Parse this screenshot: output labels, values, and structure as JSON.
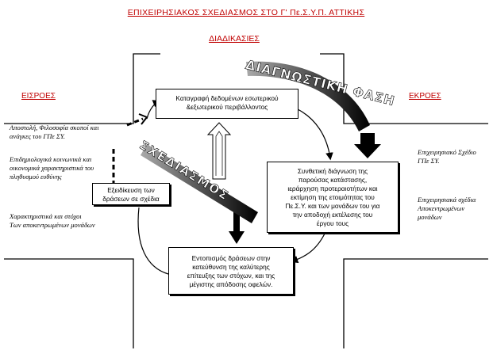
{
  "title": "ΕΠΙΧΕΙΡΗΣΙΑΚΟΣ ΣΧΕΔΙΑΣΜΟΣ ΣΤΟ Γ' Πε.Σ.Υ.Π. ΑΤΤΙΚΗΣ",
  "procedures_heading": "ΔΙΑΔΙΚΑΣΙΕΣ",
  "inputs": {
    "heading": "ΕΙΣΡΟΕΣ",
    "items": [
      [
        "Αποστολή, Φιλοσοφία σκοποί και",
        "ανάγκες του ΓΠε ΣΥ."
      ],
      [
        "Επιδημιολογικά κοινωνικά και",
        "οικονομικά χαρακτηριστικά του",
        "πληθυσμού ευθύνης"
      ],
      [
        "Χαρακτηριστικά και στόχοι",
        "Των αποκεντρωμένων μονάδων"
      ]
    ]
  },
  "outputs": {
    "heading": "ΕΚΡΟΕΣ",
    "items": [
      [
        "Επιχειρησιακό Σχέδιο",
        "ΓΠε ΣΥ."
      ],
      [
        "Επιχειρησιακά σχέδια",
        "Αποκεντρωμένων",
        "μονάδων"
      ]
    ]
  },
  "boxes": {
    "data_collection": [
      "Καταγραφή δεδομένων εσωτερικού",
      "&εξωτερικού περιβάλλοντος"
    ],
    "diagnosis": [
      "Συνθετική διάγνωση της",
      "παρούσας κατάστασης,",
      "ιεράρχηση προτεραιοτήτων και",
      "εκτίμηση της ετοιμότητας του",
      "Πε.Σ.Υ. και των μονάδων του για",
      "την αποδοχή εκτέλεσης του",
      "έργου τους"
    ],
    "strategy": [
      "Εντοπισμός δράσεων στην",
      "κατεύθυνση της καλύτερης",
      "επίτευξης των στόχων, και της",
      "μέγιστης απόδοσης οφελών."
    ],
    "actions": [
      "Εξειδίκευση των",
      "δράσεων σε σχέδια"
    ]
  },
  "phases": {
    "diagnostic": "ΔΙΑΓΝΩΣΤΙΚΗ ΦΑΣΗ",
    "planning": "ΣΧΕΔΙΑΣΜΟΣ"
  },
  "colors": {
    "heading_red": "#c00000",
    "line": "#000000",
    "fill": "#ffffff"
  }
}
